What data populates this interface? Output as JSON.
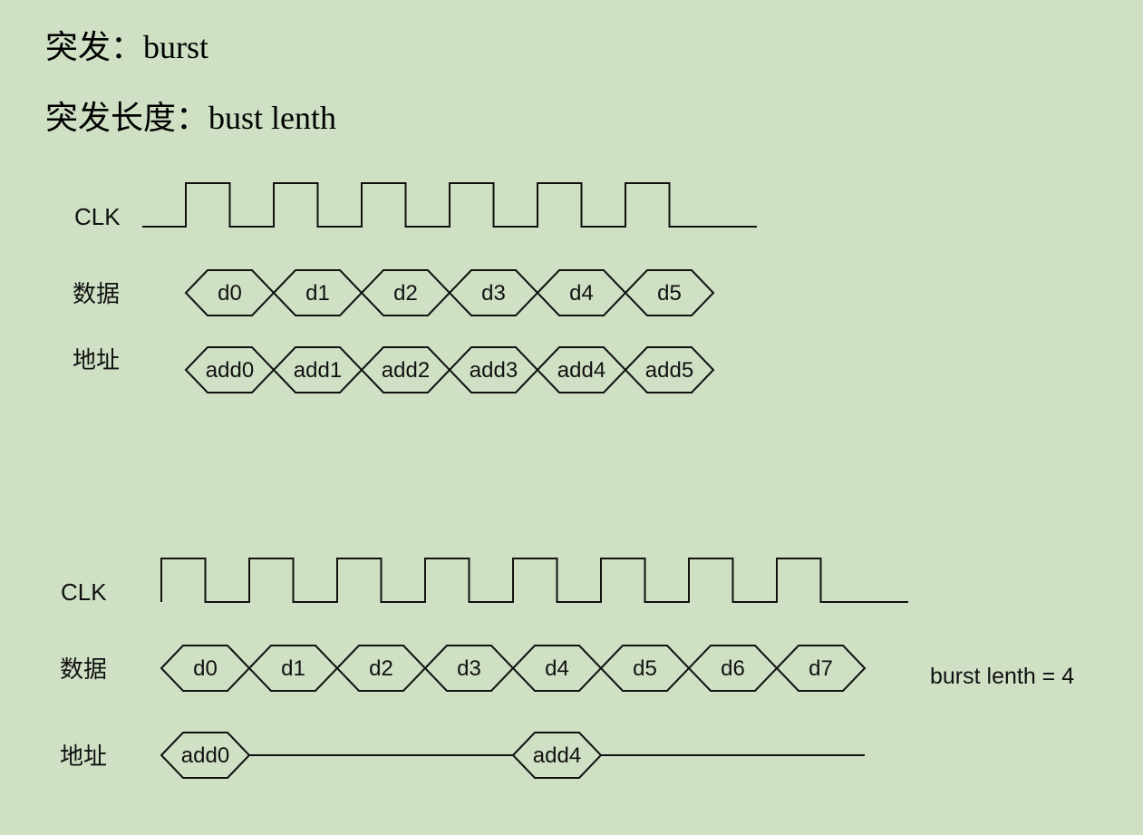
{
  "headings": {
    "burst": "突发：burst",
    "burst_length": "突发长度：bust lenth"
  },
  "diagram1": {
    "clk_label": "CLK",
    "data_label": "数据",
    "addr_label": "地址",
    "clock_cycles": 6,
    "data": [
      "d0",
      "d1",
      "d2",
      "d3",
      "d4",
      "d5"
    ],
    "addr": [
      "add0",
      "add1",
      "add2",
      "add3",
      "add4",
      "add5"
    ]
  },
  "diagram2": {
    "clk_label": "CLK",
    "data_label": "数据",
    "addr_label": "地址",
    "clock_cycles": 8,
    "data": [
      "d0",
      "d1",
      "d2",
      "d3",
      "d4",
      "d5",
      "d6",
      "d7"
    ],
    "addr_slots": [
      "add0",
      null,
      null,
      null,
      "add4",
      null,
      null,
      null
    ],
    "note": "burst lenth = 4"
  }
}
